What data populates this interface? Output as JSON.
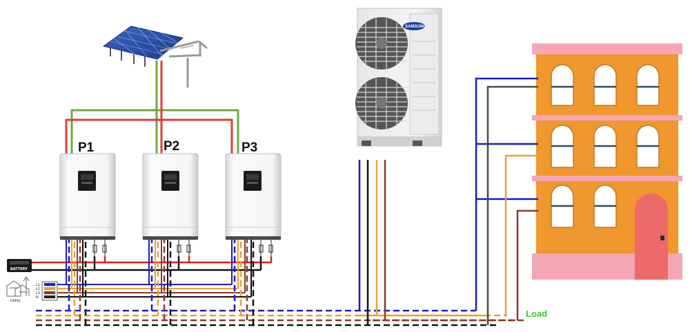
{
  "labels": {
    "inverter_1": "P1",
    "inverter_2": "P2",
    "inverter_3": "P3",
    "load": "Load",
    "battery": "BATTERY",
    "utility": "Utility",
    "ac_brand": "SAMSUNG",
    "phase_l1": "L1",
    "phase_l2": "L2",
    "phase_l3": "L3",
    "neutral": "N"
  },
  "colors": {
    "pv_positive": "#e23b3b",
    "pv_negative": "#6fa83e",
    "battery_positive": "#e02020",
    "battery_negative": "#111111",
    "phase_l1": "#1a1ac8",
    "phase_l2": "#e5a23a",
    "phase_l3": "#8b3a2a",
    "neutral": "#111111",
    "building_wall": "#f0972e",
    "building_trim": "#f4a6b4",
    "door": "#ee6a6a",
    "load_label": "#2ecc2e"
  }
}
